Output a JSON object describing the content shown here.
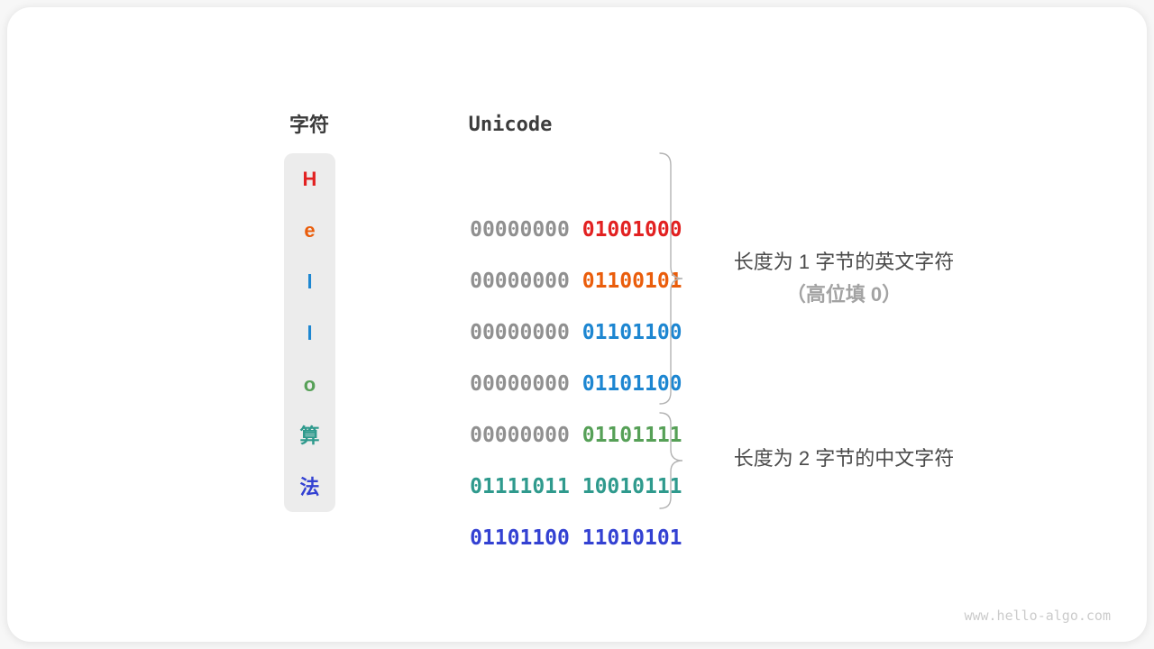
{
  "table": {
    "headers": {
      "char": "字符",
      "unicode": "Unicode"
    },
    "rows": [
      {
        "char": "H",
        "byte1": "00000000",
        "byte2": "01001000",
        "color": "#e22121",
        "byte1_gray": true
      },
      {
        "char": "e",
        "byte1": "00000000",
        "byte2": "01100101",
        "color": "#ea5d0b",
        "byte1_gray": true
      },
      {
        "char": "l",
        "byte1": "00000000",
        "byte2": "01101100",
        "color": "#1d86d1",
        "byte1_gray": true
      },
      {
        "char": "l",
        "byte1": "00000000",
        "byte2": "01101100",
        "color": "#1d86d1",
        "byte1_gray": true
      },
      {
        "char": "o",
        "byte1": "00000000",
        "byte2": "01101111",
        "color": "#56a057",
        "byte1_gray": true
      },
      {
        "char": "算",
        "byte1": "01111011",
        "byte2": "10010111",
        "color": "#2f9a8d",
        "byte1_gray": false
      },
      {
        "char": "法",
        "byte1": "01101100",
        "byte2": "11010101",
        "color": "#3341d2",
        "byte1_gray": false
      }
    ]
  },
  "annotations": [
    {
      "line1": "长度为 1 字节的英文字符",
      "line2": "（高位填 0）"
    },
    {
      "line1": "长度为 2 字节的中文字符",
      "line2": ""
    }
  ],
  "colors": {
    "gray_byte": "#909090",
    "header_text": "#3c3c3c",
    "char_column_bg": "#ececec",
    "brace": "#b3b3b3",
    "annotation_main": "#4a4a4a",
    "annotation_sub": "#a3a3a3",
    "watermark": "#cbcbcb"
  },
  "watermark": "www.hello-algo.com"
}
